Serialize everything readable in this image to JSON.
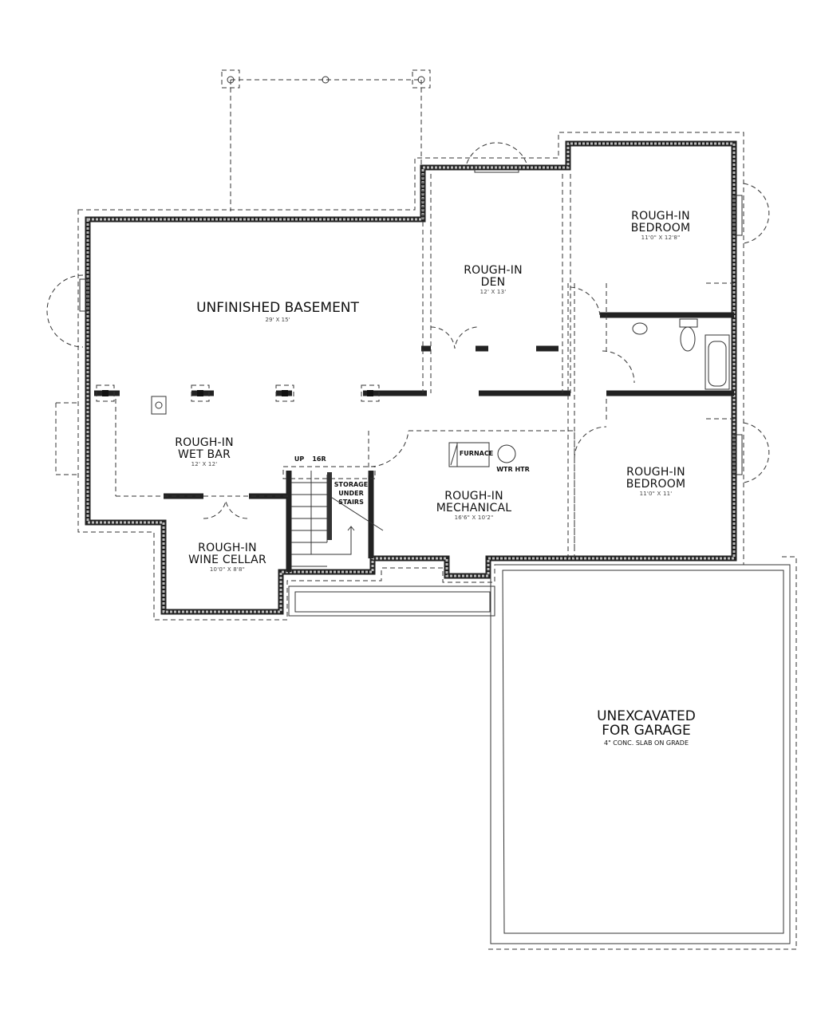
{
  "rooms": {
    "unfinished_basement": {
      "name": "UNFINISHED BASEMENT",
      "dim": "29' X 15'"
    },
    "den": {
      "name_line1": "ROUGH-IN",
      "name_line2": "DEN",
      "dim": "12' X 13'"
    },
    "bedroom_1": {
      "name_line1": "ROUGH-IN",
      "name_line2": "BEDROOM",
      "dim": "11'0\" X 12'8\""
    },
    "bedroom_2": {
      "name_line1": "ROUGH-IN",
      "name_line2": "BEDROOM",
      "dim": "11'0\" X 11'"
    },
    "wet_bar": {
      "name_line1": "ROUGH-IN",
      "name_line2": "WET BAR",
      "dim": "12' X 12'"
    },
    "mechanical": {
      "name_line1": "ROUGH-IN",
      "name_line2": "MECHANICAL",
      "dim": "16'6\" X 10'2\""
    },
    "wine_cellar": {
      "name_line1": "ROUGH-IN",
      "name_line2": "WINE CELLAR",
      "dim": "10'0\" X 8'8\""
    },
    "garage": {
      "name_line1": "UNEXCAVATED",
      "name_line2": "FOR GARAGE",
      "note": "4\" CONC. SLAB ON GRADE"
    }
  },
  "annotations": {
    "stairs_up": "UP",
    "risers": "16R",
    "storage_line1": "STORAGE",
    "storage_line2": "UNDER",
    "storage_line3": "STAIRS",
    "furnace": "FURNACE",
    "water_heater": "WTR HTR"
  }
}
